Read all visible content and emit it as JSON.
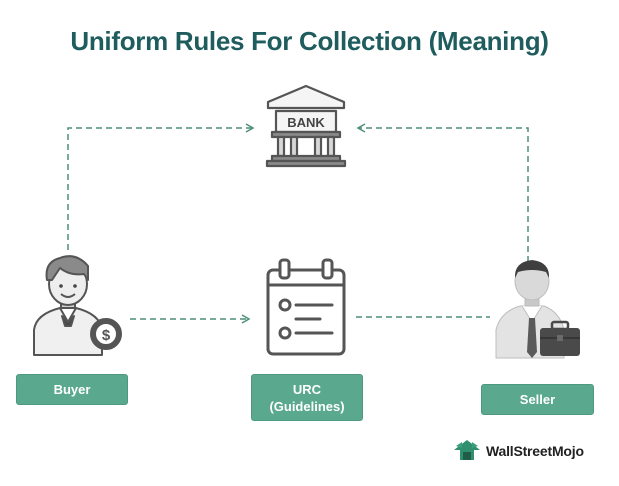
{
  "title": "Uniform Rules For Collection (Meaning)",
  "bank_sign": "BANK",
  "nodes": {
    "buyer": "Buyer",
    "urc_line1": "URC",
    "urc_line2": "(Guidelines)",
    "seller": "Seller"
  },
  "brand": "WallStreetMojo",
  "colors": {
    "title": "#1f5c5e",
    "label_fill": "#5aa98f",
    "arrow": "#4f8f78",
    "icon_stroke": "#5a5a5a"
  }
}
